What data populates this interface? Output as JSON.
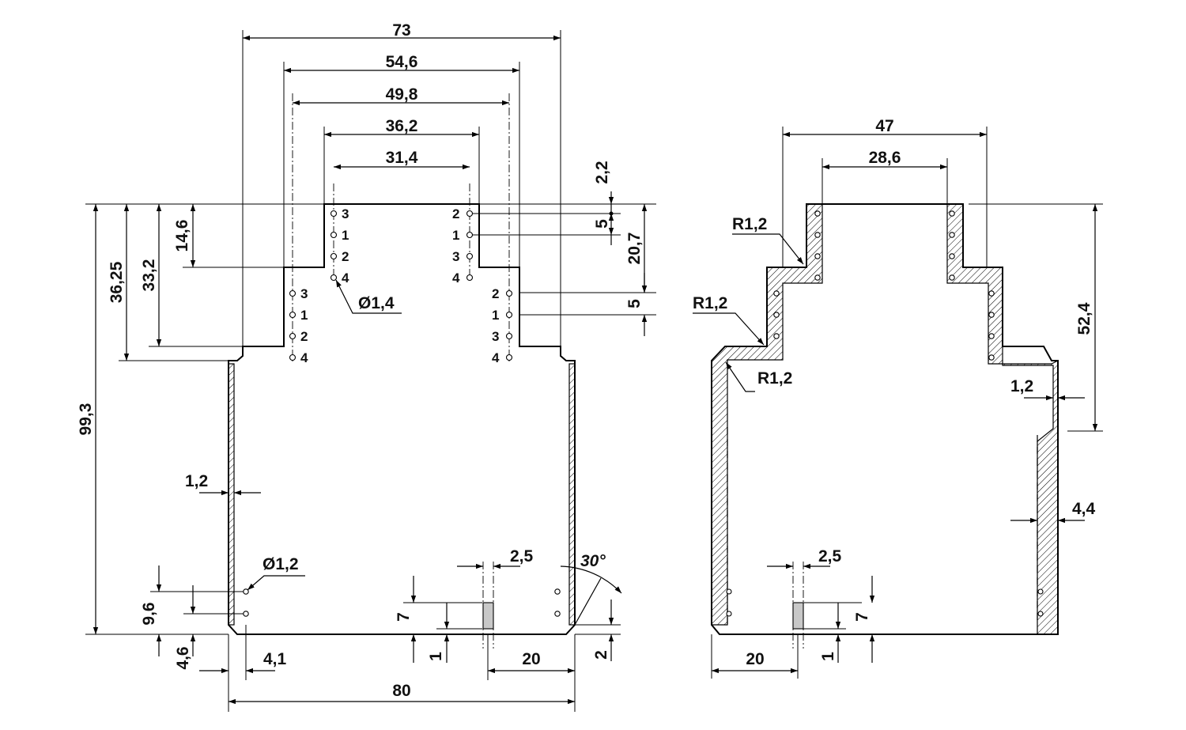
{
  "left_view": {
    "widths": {
      "w73": "73",
      "w54_6": "54,6",
      "w49_8": "49,8",
      "w36_2": "36,2",
      "w31_4": "31,4",
      "w80": "80",
      "w20": "20",
      "w4_1": "4,1"
    },
    "heights": {
      "h99_3": "99,3",
      "h36_25": "36,25",
      "h33_2": "33,2",
      "h14_6": "14,6",
      "h2_2": "2,2",
      "h5a": "5",
      "h20_7": "20,7",
      "h5b": "5",
      "h9_6": "9,6",
      "h4_6": "4,6",
      "h7": "7",
      "h1": "1",
      "h2": "2"
    },
    "misc": {
      "wall": "1,2",
      "hole_top": "Ø1,4",
      "hole_bottom": "Ø1,2",
      "slot_w": "2,5",
      "angle": "30°"
    },
    "pins": {
      "top_left": [
        "3",
        "1",
        "2",
        "4"
      ],
      "top_right": [
        "2",
        "1",
        "3",
        "4"
      ],
      "mid_left": [
        "3",
        "1",
        "2",
        "4"
      ],
      "mid_right": [
        "2",
        "1",
        "3",
        "4"
      ]
    }
  },
  "right_view": {
    "widths": {
      "w47": "47",
      "w28_6": "28,6",
      "w20": "20"
    },
    "heights": {
      "h52_4": "52,4",
      "h7": "7",
      "h1": "1"
    },
    "misc": {
      "r1": "R1,2",
      "r2": "R1,2",
      "r3": "R1,2",
      "wall": "1,2",
      "wall_thick": "4,4",
      "slot_w": "2,5"
    }
  }
}
